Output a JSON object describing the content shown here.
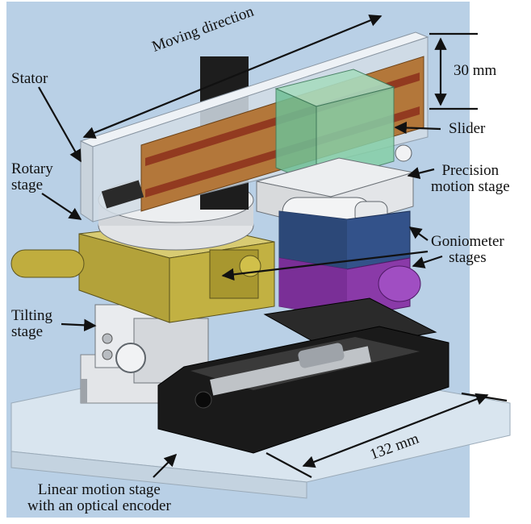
{
  "labels": {
    "moving_direction": "Moving direction",
    "stator": "Stator",
    "rotary_stage": "Rotary\nstage",
    "tilting_stage": "Tilting\nstage",
    "dim_30": "30 mm",
    "slider": "Slider",
    "precision_stage": "Precision\nmotion stage",
    "goniometer": "Goniometer\nstages",
    "dim_132": "132 mm",
    "linear_stage": "Linear motion stage\nwith an optical encoder"
  },
  "colors": {
    "background_panel": "#b9d0e6",
    "stator_glass": "#cfd9e3",
    "coil_copper": "#b3773a",
    "slider_green": "#7ec7a2",
    "gold_stage": "#b9a63c",
    "blue_goniometer": "#33528a",
    "purple_goniometer": "#8a3aa8",
    "black_base": "#1a1a1a",
    "silver": "#d8dadc"
  }
}
